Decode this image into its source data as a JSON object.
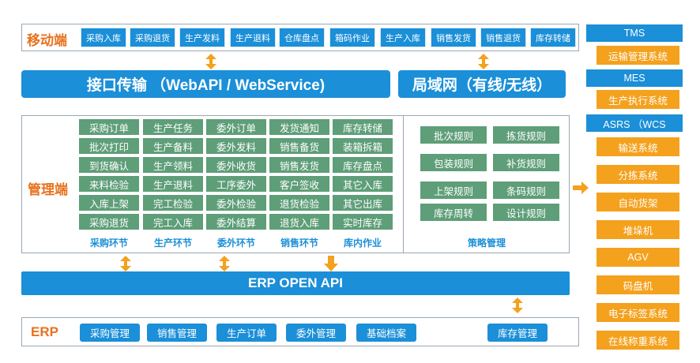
{
  "mobile": {
    "label": "移动端",
    "items": [
      "采购入库",
      "采购退货",
      "生产发料",
      "生产退料",
      "仓库盘点",
      "箱码作业",
      "生产入库",
      "销售发货",
      "销售退货",
      "库存转储"
    ]
  },
  "interface_bar": "接口传输 （WebAPI / WebService)",
  "lan_bar": "局域网（有线/无线）",
  "management": {
    "label": "管理端",
    "columns": [
      {
        "stage": "采购环节",
        "items": [
          "采购订单",
          "批次打印",
          "到货确认",
          "来料检验",
          "入库上架",
          "采购退货"
        ]
      },
      {
        "stage": "生产环节",
        "items": [
          "生产任务",
          "生产备料",
          "生产领料",
          "生产退料",
          "完工检验",
          "完工入库"
        ]
      },
      {
        "stage": "委外环节",
        "items": [
          "委外订单",
          "委外发料",
          "委外收货",
          "工序委外",
          "委外检验",
          "委外结算"
        ]
      },
      {
        "stage": "销售环节",
        "items": [
          "发货通知",
          "销售备货",
          "销售发货",
          "客户签收",
          "退货检验",
          "退货入库"
        ]
      },
      {
        "stage": "库内作业",
        "items": [
          "库存转储",
          "装箱拆箱",
          "库存盘点",
          "其它入库",
          "其它出库",
          "实时库存"
        ]
      }
    ],
    "strategy": {
      "label": "策略管理",
      "items": [
        "批次规则",
        "拣货规则",
        "包装规则",
        "补货规则",
        "上架规则",
        "条码规则",
        "库存周转",
        "设计规则"
      ]
    }
  },
  "erp_open_api": "ERP  OPEN API",
  "erp": {
    "label": "ERP",
    "items": [
      "采购管理",
      "销售管理",
      "生产订单",
      "委外管理",
      "基础档案",
      "库存管理"
    ]
  },
  "right": {
    "tms": "TMS",
    "tms_sub": "运输管理系统",
    "mes": "MES",
    "mes_sub": "生产执行系统",
    "asrs": "ASRS （WCS",
    "asrs_items": [
      "输送系统",
      "分拣系统",
      "自动货架",
      "堆垛机",
      "AGV",
      "码盘机",
      "电子标签系统",
      "在线称重系统"
    ]
  },
  "colors": {
    "blue": "#1b8fd8",
    "green": "#5e9e78",
    "orange": "#f4a11d",
    "label_orange": "#e8711e"
  }
}
